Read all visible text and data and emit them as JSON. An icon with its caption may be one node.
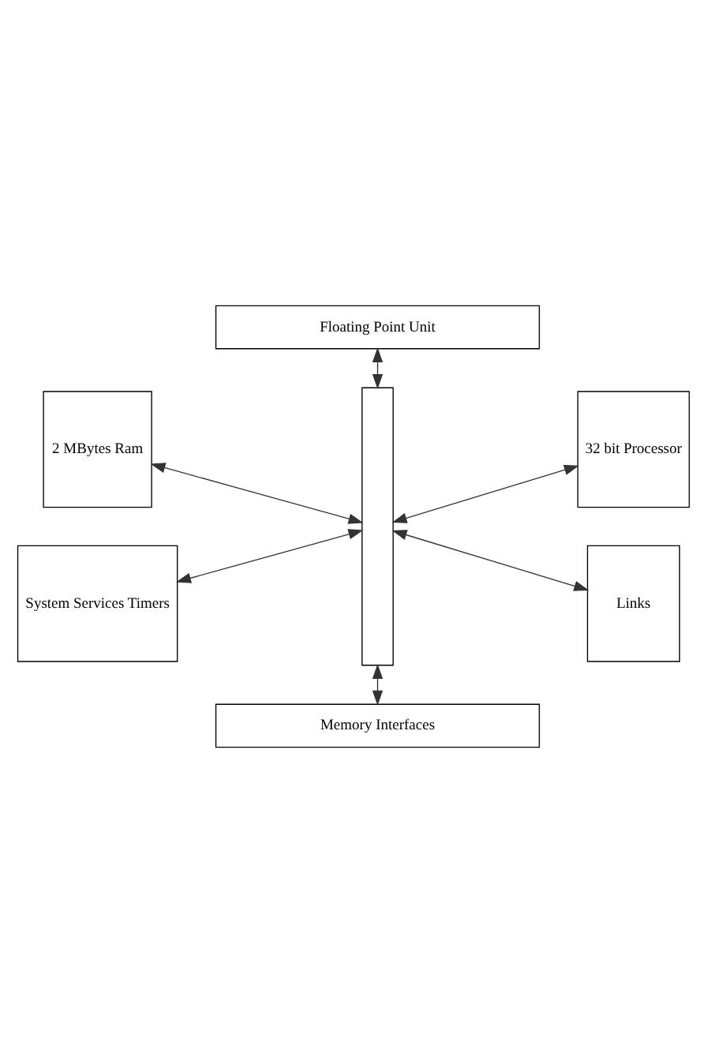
{
  "diagram": {
    "nodes": [
      {
        "text": [
          "Floating Point Unit"
        ]
      },
      {
        "text": [],
        "shape": "bar"
      },
      {
        "text": [
          "2 MBytes Ram"
        ]
      },
      {
        "text": [
          "32 bit Processor"
        ]
      },
      {
        "text": [
          "System Services Timers"
        ]
      },
      {
        "text": [
          "Links"
        ]
      },
      {
        "text": [
          "Memory Interfaces"
        ]
      }
    ],
    "edges": [
      {
        "from": 0,
        "to": 1,
        "arrow": "both"
      },
      {
        "from": 2,
        "to": 1,
        "arrow": "both"
      },
      {
        "from": 1,
        "to": 3,
        "arrow": "both"
      },
      {
        "from": 4,
        "to": 1,
        "arrow": "both"
      },
      {
        "from": 1,
        "to": 5,
        "arrow": "both"
      },
      {
        "from": 1,
        "to": 6,
        "arrow": "both"
      }
    ]
  }
}
